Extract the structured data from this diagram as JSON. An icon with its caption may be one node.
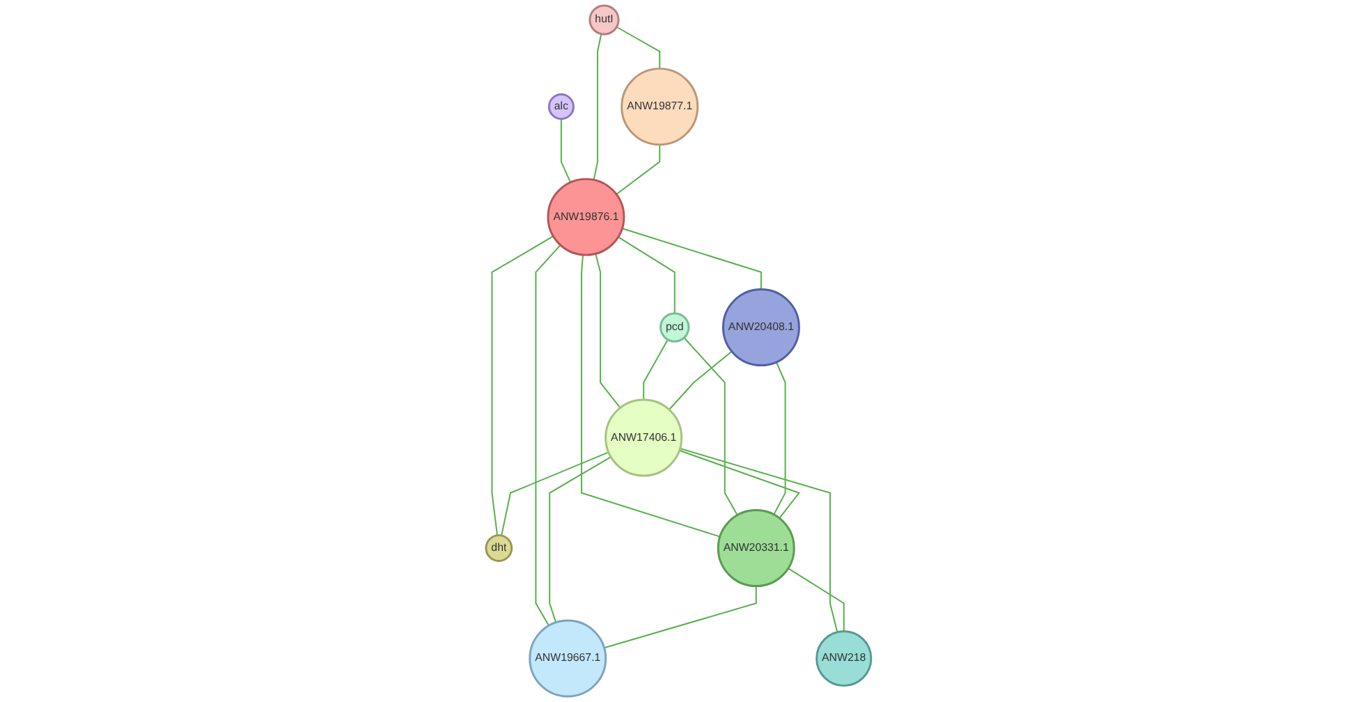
{
  "diagram": {
    "nodes": [
      {
        "text": [
          "alc"
        ]
      },
      {
        "text": [
          "hutI"
        ]
      },
      {
        "text": [
          "ANW19877.1"
        ]
      },
      {
        "text": [
          "ANW19876.1"
        ]
      },
      {
        "text": [
          "pcd"
        ]
      },
      {
        "text": [
          "ANW20408.1"
        ]
      },
      {
        "text": [
          "ANW17406.1"
        ]
      },
      {
        "text": [
          "dht"
        ]
      },
      {
        "text": [
          "ANW20331.1"
        ]
      },
      {
        "text": [
          "ANW19667.1"
        ]
      },
      {
        "text": [
          "ANW218"
        ]
      }
    ],
    "edges": [
      {
        "from": 0,
        "to": 3,
        "arrow": "none"
      },
      {
        "from": 1,
        "to": 3,
        "arrow": "none"
      },
      {
        "from": 1,
        "to": 2,
        "arrow": "none"
      },
      {
        "from": 2,
        "to": 3,
        "arrow": "none"
      },
      {
        "from": 3,
        "to": 4,
        "arrow": "none"
      },
      {
        "from": 3,
        "to": 5,
        "arrow": "none"
      },
      {
        "from": 3,
        "to": 6,
        "arrow": "none"
      },
      {
        "from": 3,
        "to": 7,
        "arrow": "none"
      },
      {
        "from": 3,
        "to": 8,
        "arrow": "none"
      },
      {
        "from": 3,
        "to": 9,
        "arrow": "none"
      },
      {
        "from": 4,
        "to": 6,
        "arrow": "none"
      },
      {
        "from": 4,
        "to": 8,
        "arrow": "none"
      },
      {
        "from": 5,
        "to": 6,
        "arrow": "none"
      },
      {
        "from": 5,
        "to": 8,
        "arrow": "none"
      },
      {
        "from": 6,
        "to": 7,
        "arrow": "none"
      },
      {
        "from": 6,
        "to": 8,
        "arrow": "none"
      },
      {
        "from": 6,
        "to": 9,
        "arrow": "none"
      },
      {
        "from": 6,
        "to": 10,
        "arrow": "none"
      },
      {
        "from": 8,
        "to": 9,
        "arrow": "none"
      },
      {
        "from": 8,
        "to": 10,
        "arrow": "none"
      }
    ]
  }
}
